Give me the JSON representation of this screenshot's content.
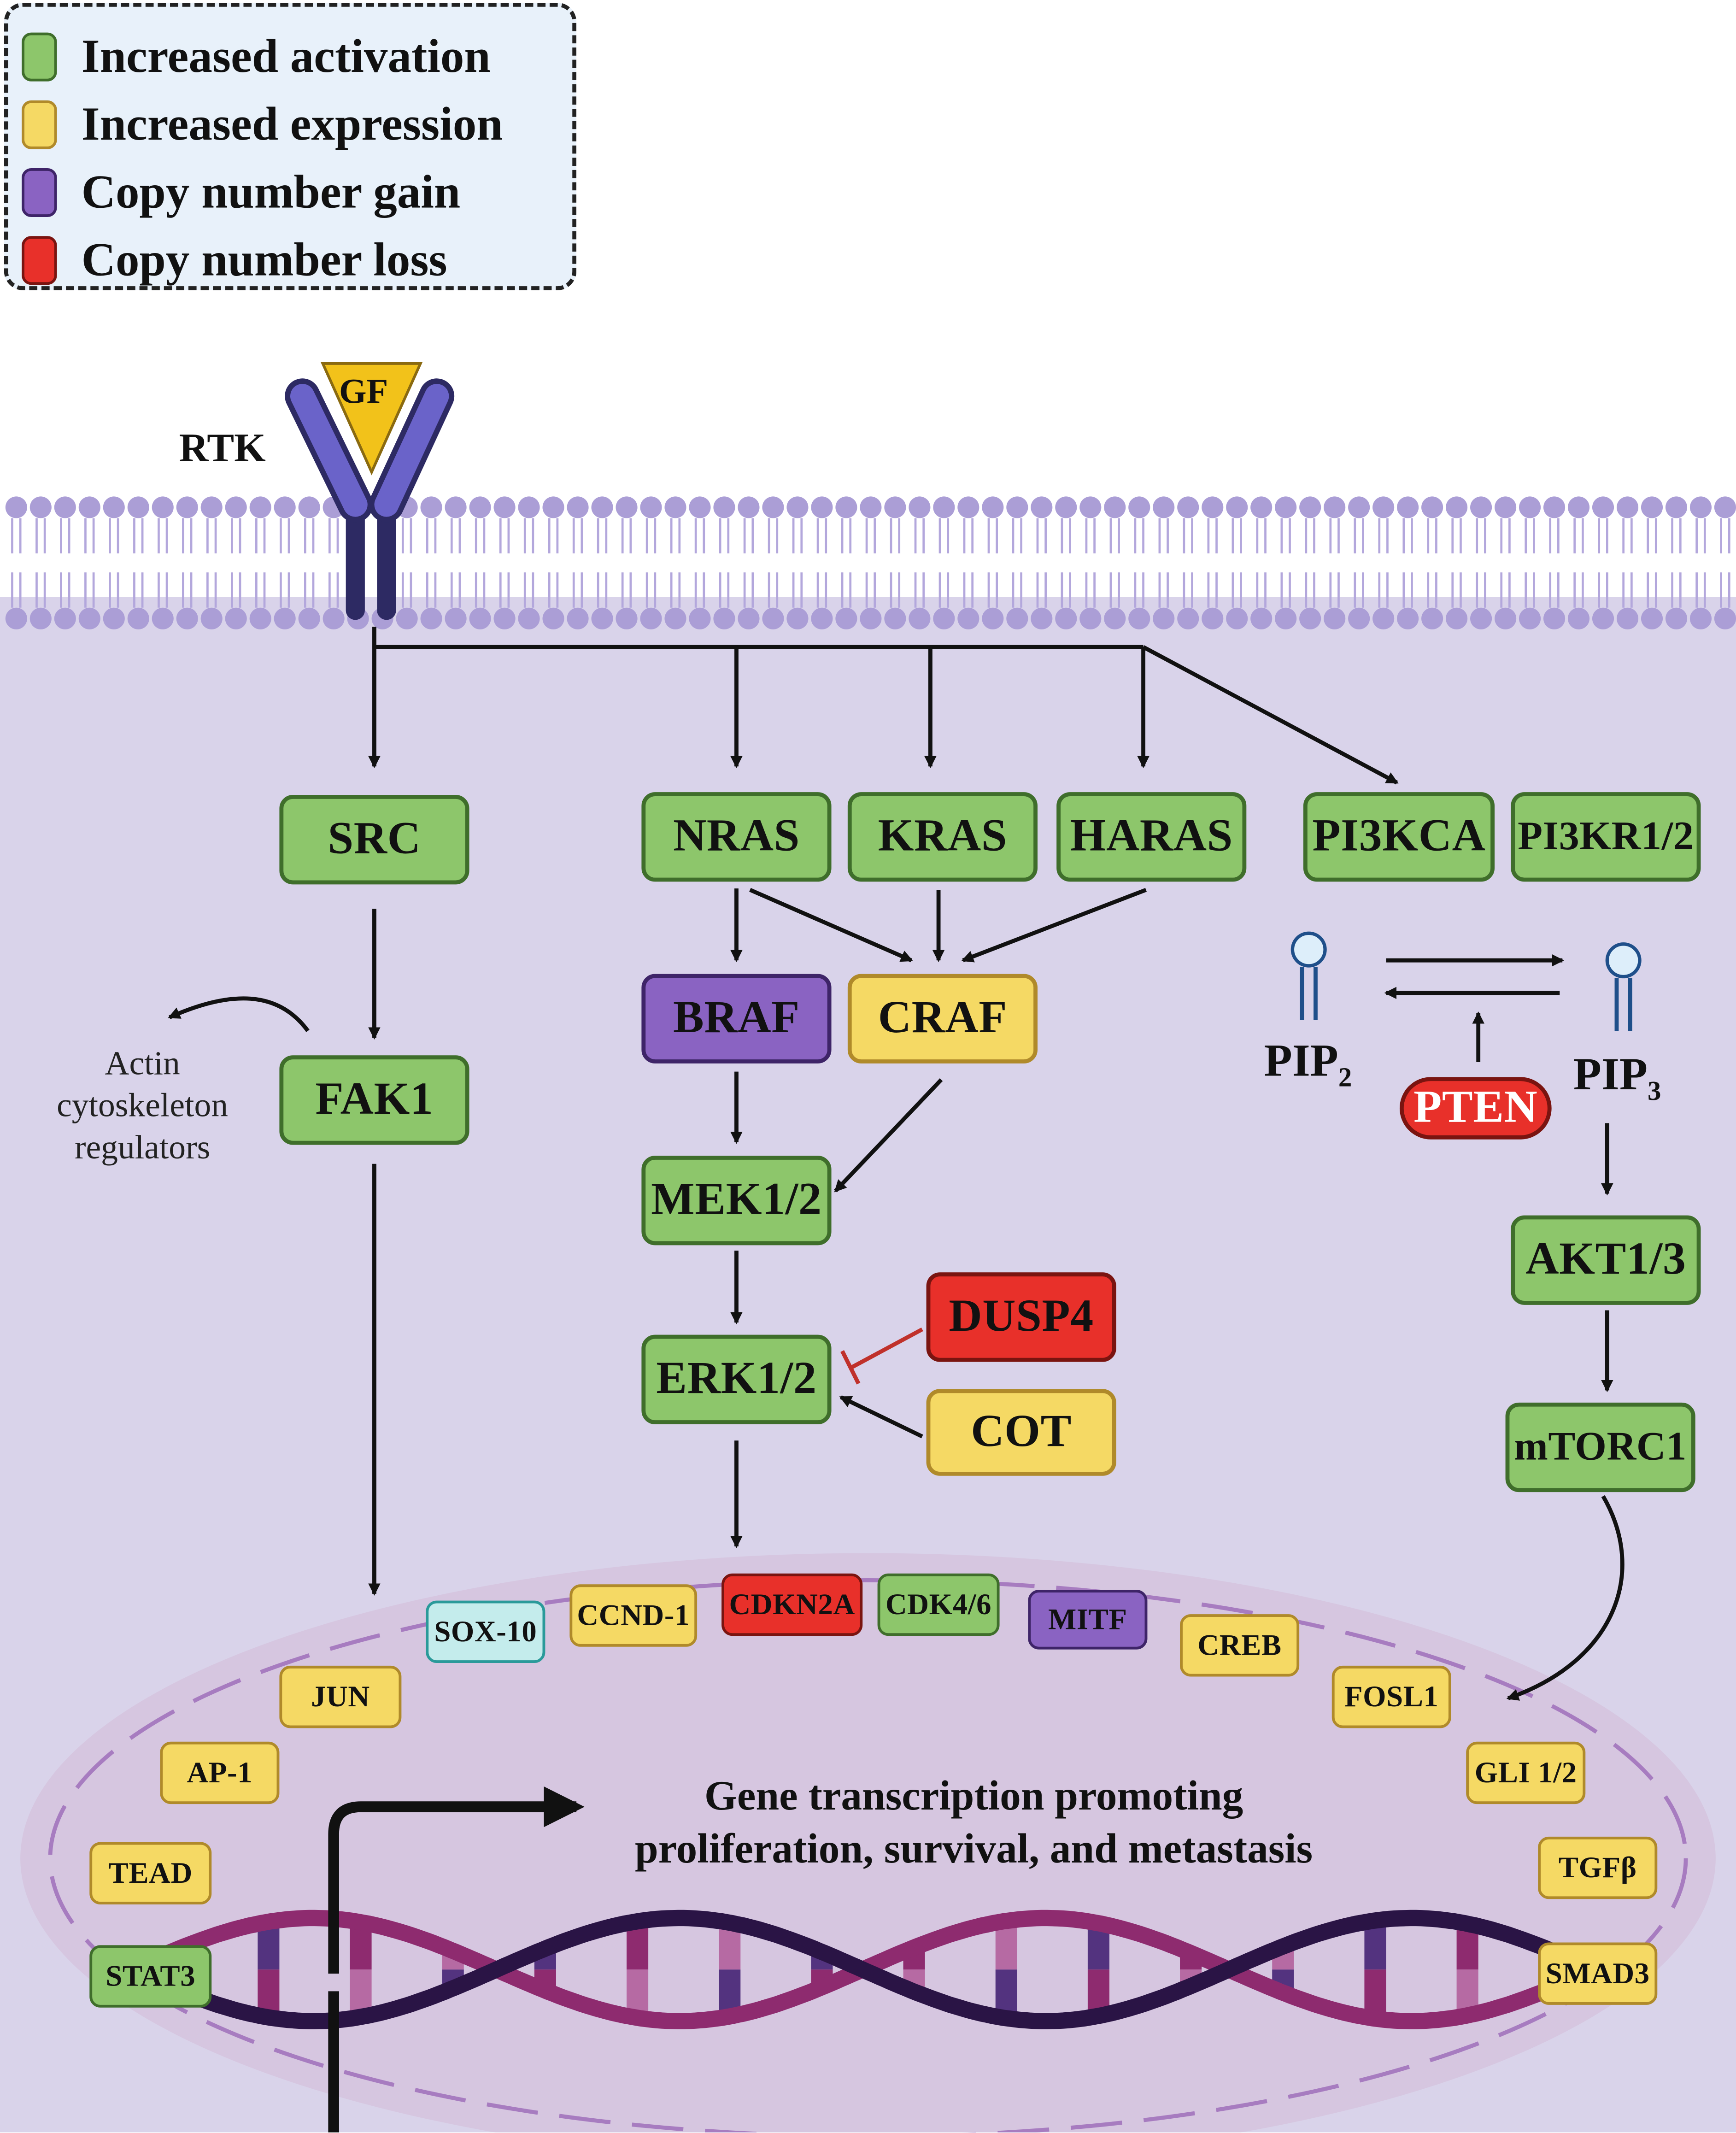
{
  "legend": {
    "items": [
      {
        "label": "Increased activation",
        "color": "#8dc66b"
      },
      {
        "label": "Increased expression",
        "color": "#f5d964"
      },
      {
        "label": "Copy number gain",
        "color": "#8a63c2"
      },
      {
        "label": "Copy number loss",
        "color": "#e8302a"
      }
    ]
  },
  "membrane": {
    "receptor_label": "RTK",
    "ligand_label": "GF"
  },
  "nodes": {
    "src": "SRC",
    "fak1": "FAK1",
    "nras": "NRAS",
    "kras": "KRAS",
    "haras": "HARAS",
    "pi3kca": "PI3KCA",
    "pi3kr": "PI3KR1/2",
    "braf": "BRAF",
    "craf": "CRAF",
    "mek": "MEK1/2",
    "erk": "ERK1/2",
    "dusp4": "DUSP4",
    "cot": "COT",
    "pten": "PTEN",
    "akt": "AKT1/3",
    "mtorc1": "mTORC1"
  },
  "lipids": {
    "pip2": {
      "base": "PIP",
      "sub": "2"
    },
    "pip3": {
      "base": "PIP",
      "sub": "3"
    }
  },
  "actin_note": [
    "Actin",
    "cytoskeleton",
    "regulators"
  ],
  "nucleus": {
    "factors": {
      "sox10": "SOX-10",
      "ccnd1": "CCND-1",
      "cdkn2a": "CDKN2A",
      "cdk46": "CDK4/6",
      "mitf": "MITF",
      "creb": "CREB",
      "jun": "JUN",
      "fosl1": "FOSL1",
      "ap1": "AP-1",
      "gli": "GLI 1/2",
      "tead": "TEAD",
      "tgfb": "TGFβ",
      "stat3": "STAT3",
      "smad3": "SMAD3"
    },
    "caption": [
      "Gene transcription promoting",
      "proliferation, survival, and metastasis"
    ]
  },
  "colors": {
    "cytoplasm": "#d9d3ea",
    "nucleus": "#d6c6e0",
    "dna_strand_dark": "#2a1445",
    "dna_strand_magenta": "#8e2b6f",
    "receptor": "#6a63c9"
  }
}
